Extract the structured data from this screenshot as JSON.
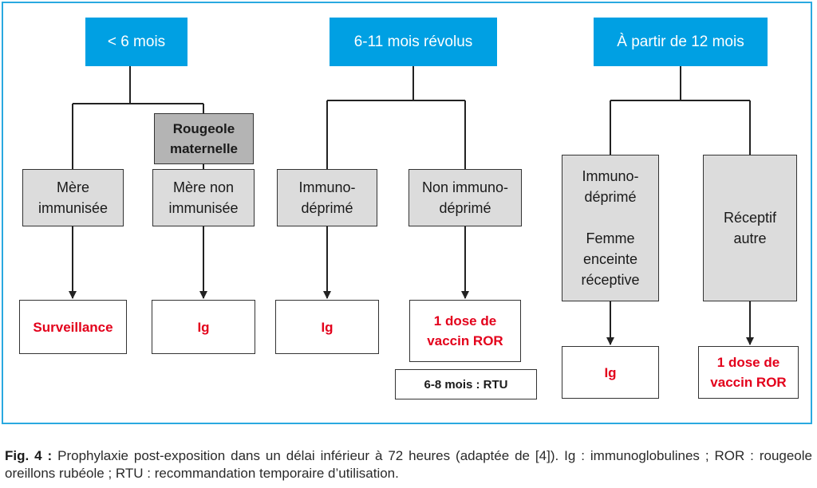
{
  "age_groups": {
    "under_6": "< 6 mois",
    "from_6_to_11": "6-11 mois révolus",
    "from_12": "À partir de 12 mois"
  },
  "nodes": {
    "rougeole_maternelle": "Rougeole\nmaternelle",
    "mere_immunisee": "Mère\nimmunisée",
    "mere_non_immunisee": "Mère non\nimmunisée",
    "immunodeprime_6_11": "Immuno-\ndéprimé",
    "non_immunodeprime": "Non immuno-\ndéprimé",
    "immunodeprime_femme_enceinte": "Immuno-\ndéprimé\n\nFemme\nenceinte\nréceptive",
    "receptif_autre": "Réceptif\nautre"
  },
  "results": {
    "surveillance": "Surveillance",
    "ig_mere_non_immunisee": "Ig",
    "ig_immunodeprime_6_11": "Ig",
    "vaccin_non_immunodeprime": "1 dose de\nvaccin ROR",
    "ig_immunodeprime_12": "Ig",
    "vaccin_receptif_autre": "1 dose de\nvaccin ROR"
  },
  "note_rtu": "6-8 mois : RTU",
  "caption": {
    "label": "Fig. 4 :",
    "text": "Prophylaxie post-exposition dans un délai inférieur à 72 heures (adaptée de [4]). Ig : immunoglobulines ; ROR : rougeole oreillons rubéole ; RTU : recommandation temporaire d’utilisation."
  },
  "colors": {
    "header_blue": "#00a0e3",
    "frame_blue": "#2aa9e0",
    "result_red": "#e3001b",
    "node_gray": "#dcdcdc",
    "node_dark_gray": "#b4b4b4"
  }
}
